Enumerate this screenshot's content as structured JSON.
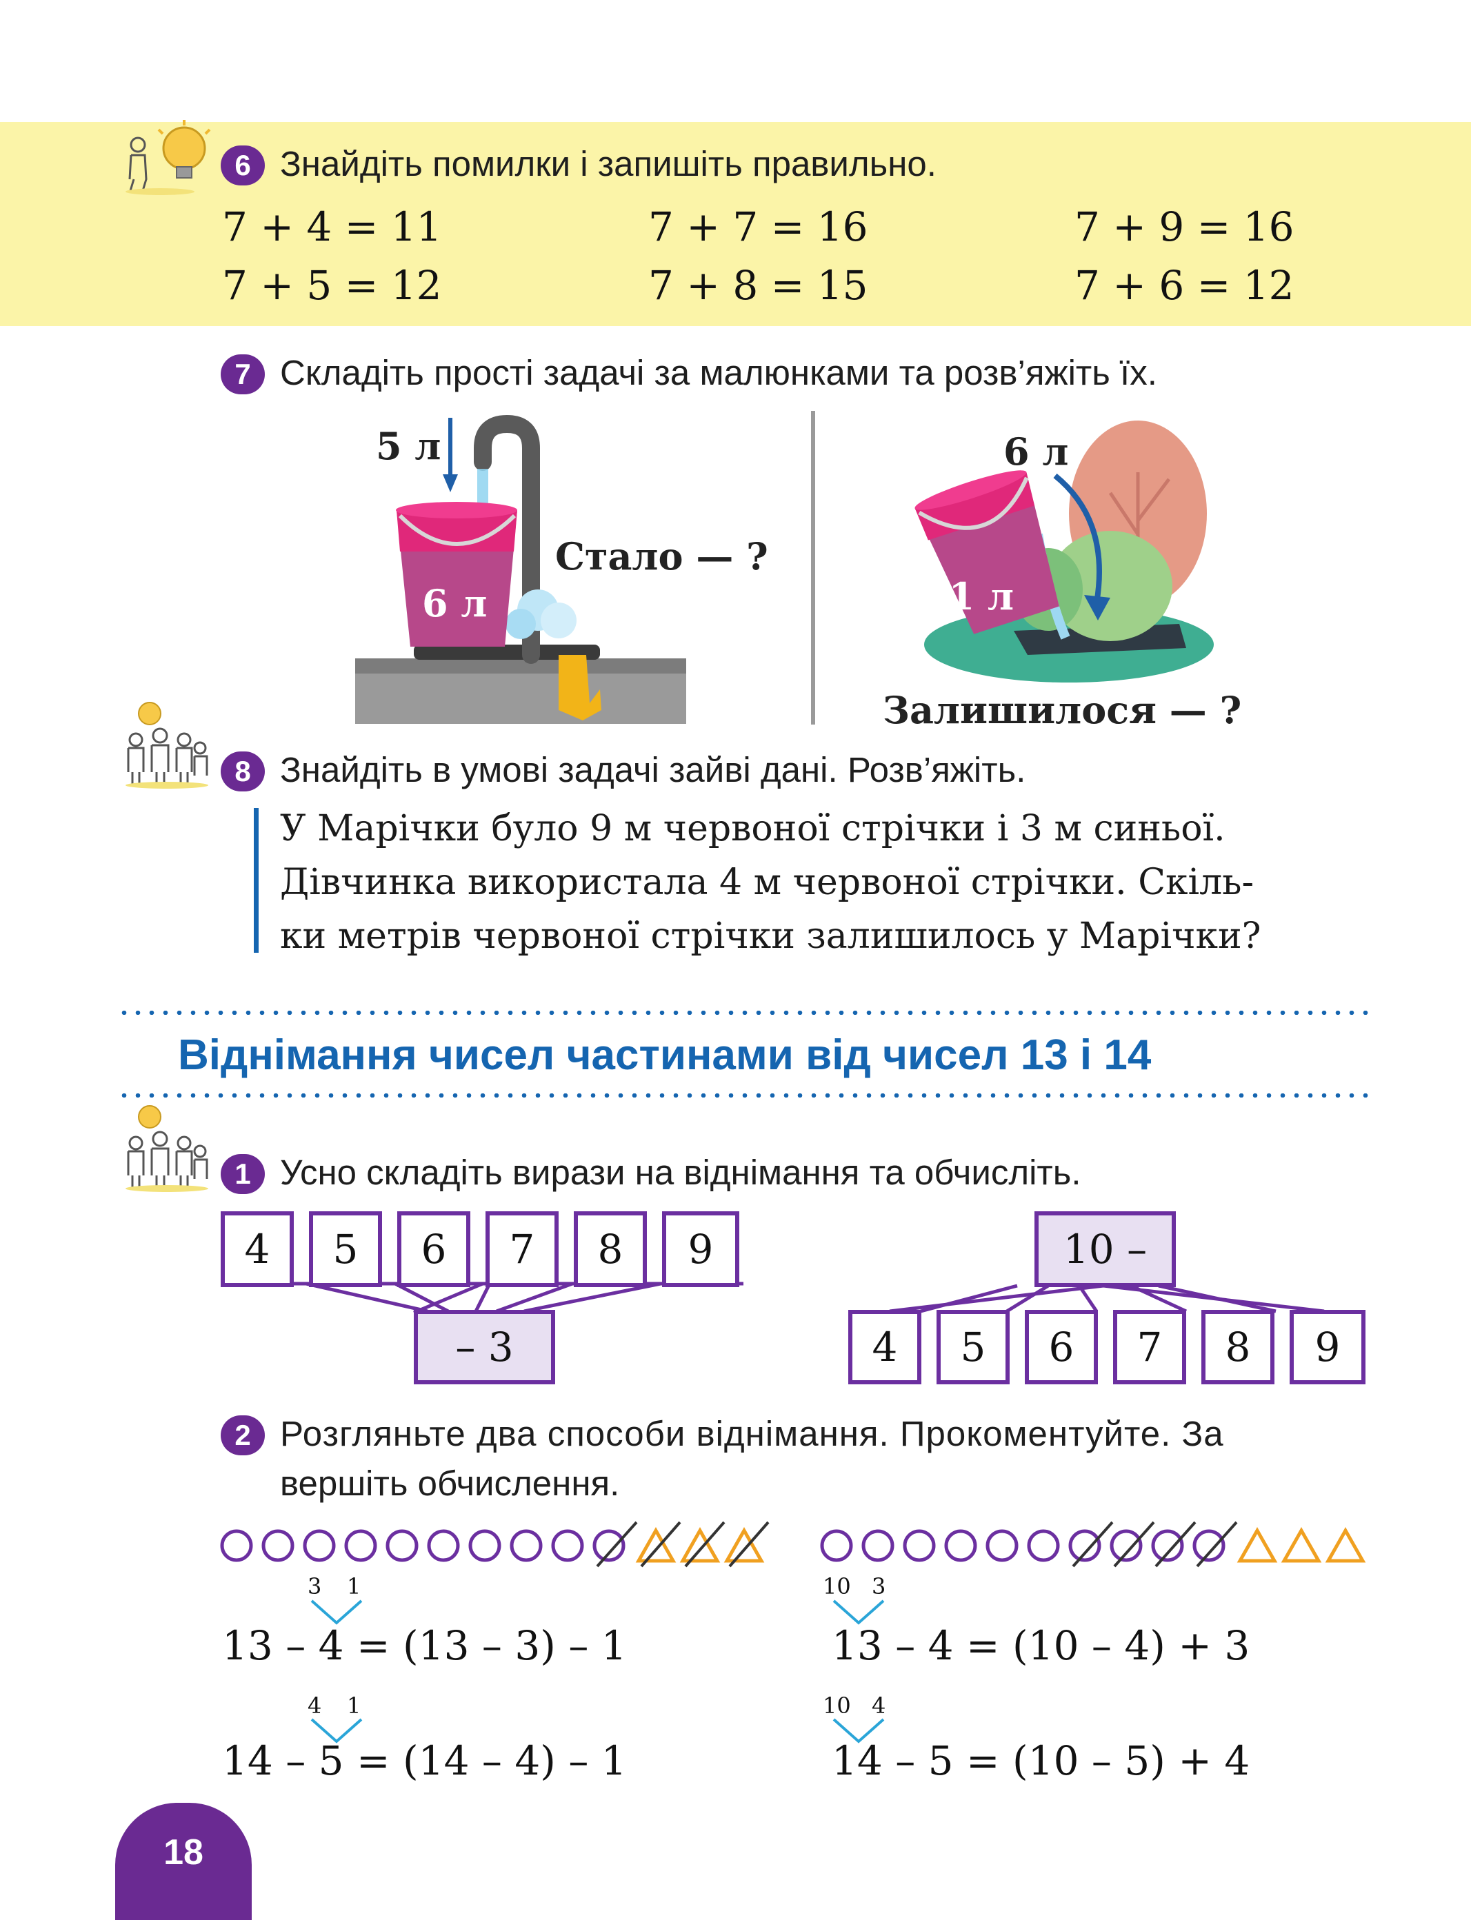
{
  "colors": {
    "accent": "#6a2a92",
    "title": "#1565b0",
    "band": "#fbf4a8",
    "triangle": "#f0a020"
  },
  "task6": {
    "number": "6",
    "text": "Знайдіть помилки і запишіть правильно.",
    "equations": [
      "7 + 4 = 11",
      "7 + 7 = 16",
      "7 + 9 = 16",
      "7 + 5 = 12",
      "7 + 8 = 15",
      "7 + 6 = 12"
    ]
  },
  "task7": {
    "number": "7",
    "text": "Складіть прості задачі за малюнками та розв’яжіть їх.",
    "left": {
      "added": "5 л",
      "initial": "6 л",
      "question": "Стало — ?"
    },
    "right": {
      "poured": "6 л",
      "initial": "11 л",
      "question": "Залишилося — ?"
    }
  },
  "task8": {
    "number": "8",
    "text": "Знайдіть в умові задачі зайві дані. Розв’яжіть.",
    "lines": [
      "У Марічки було 9 м червоної стрічки і 3 м синьої.",
      "Дівчинка використала 4 м червоної стрічки. Скіль-",
      "ки метрів червоної стрічки залишилось у Марічки?"
    ]
  },
  "section_title": "Віднімання чисел частинами від чисел 13 і 14",
  "task1": {
    "number": "1",
    "text": "Усно складіть вирази на віднімання та обчисліть.",
    "left_boxes": [
      "4",
      "5",
      "6",
      "7",
      "8",
      "9"
    ],
    "left_operator": "– 3",
    "right_operator": "10 –",
    "right_boxes": [
      "4",
      "5",
      "6",
      "7",
      "8",
      "9"
    ]
  },
  "task2": {
    "number": "2",
    "text_line1": "Розгляньте два способи віднімання. Прокоментуйте. За",
    "text_line2": "вершіть обчислення.",
    "left": {
      "eq1_split": [
        "3",
        "1"
      ],
      "eq1": "13 – 4 = (13 – 3) – 1",
      "eq2_split": [
        "4",
        "1"
      ],
      "eq2": "14 – 5 = (14 – 4) – 1"
    },
    "right": {
      "eq1_split": [
        "10",
        "3"
      ],
      "eq1": "13 – 4 = (10 – 4) + 3",
      "eq2_split": [
        "10",
        "4"
      ],
      "eq2": "14 – 5 = (10 – 5) + 4"
    }
  },
  "page_number": "18"
}
